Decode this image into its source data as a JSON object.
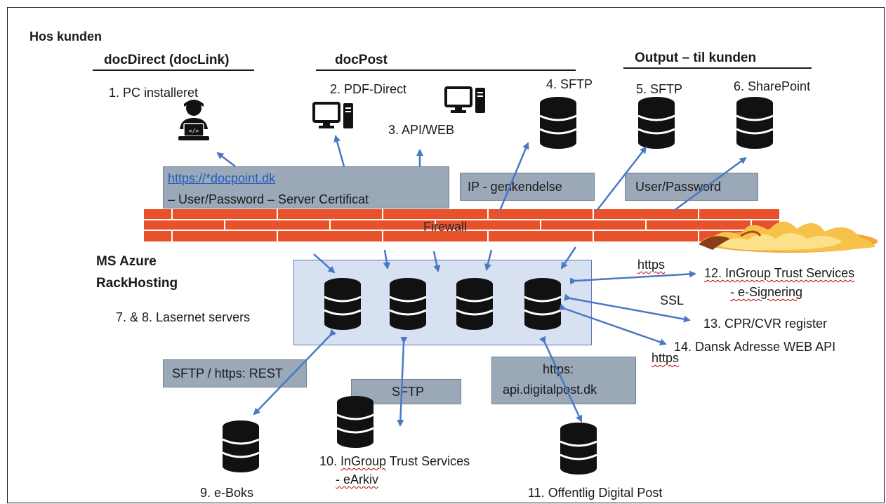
{
  "headings": {
    "hos_kunden": "Hos kunden",
    "docdirect": "docDirect (docLink)",
    "docpost": "docPost",
    "output": "Output – til kunden",
    "ms_azure": "MS Azure",
    "rackhosting": "RackHosting"
  },
  "nodes": {
    "pc_installeret": "1. PC installeret",
    "pdf_direct": "2. PDF-Direct",
    "api_web": "3. API/WEB",
    "sftp4": "4. SFTP",
    "sftp5": "5. SFTP",
    "sharepoint": "6. SharePoint",
    "lasernet": "7. & 8. Lasernet servers",
    "eboks": "9. e-Boks",
    "ingroup_earkiv_1": "10. InGroup Trust Services",
    "ingroup_earkiv_2": "- eArkiv",
    "digital_post": "11. Offentlig Digital Post",
    "ingroup_esign_1": "12. InGroup Trust Services",
    "ingroup_esign_2": "- e-Signering",
    "cpr_cvr": "13. CPR/CVR register",
    "dansk_adresse": "14. Dansk Adresse WEB API"
  },
  "boxes": {
    "docpoint_link": "https://*docpoint.dk",
    "docpoint_rest": "– User/Password – Server Certificat",
    "ip": "IP - genkendelse",
    "user_password": "User/Password",
    "sftp_rest": "SFTP / https: REST",
    "sftp": "SFTP",
    "digitalpost_1": "https:",
    "digitalpost_2": "api.digitalpost.dk"
  },
  "edge_labels": {
    "https_top": "https",
    "ssl": "SSL",
    "https_bottom": "https"
  },
  "firewall": {
    "label": "Firewall",
    "color": "#e8512a",
    "mortar": "#ffffff"
  },
  "colors": {
    "arrow": "#4a78c4",
    "box": "#9aa8b8",
    "azure": "#d7e1f2",
    "link": "#1f5fbf"
  },
  "icons": [
    "person-laptop-icon",
    "computer-icon",
    "database-icon",
    "fire-icon"
  ]
}
